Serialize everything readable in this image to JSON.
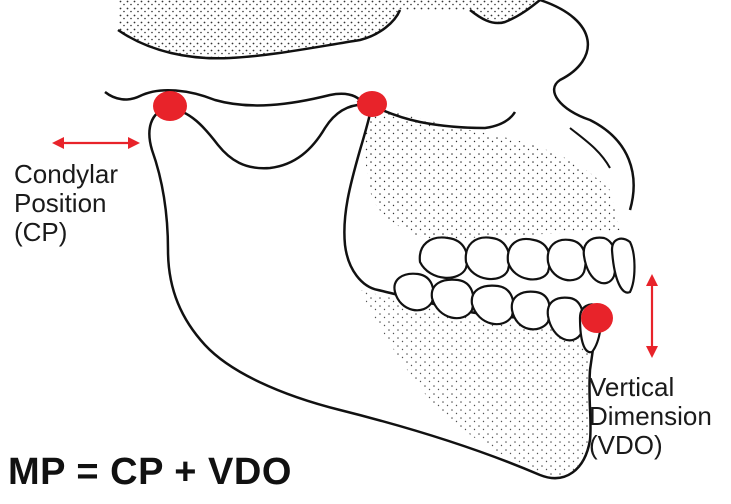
{
  "labels": {
    "condylar_line1": "Condylar",
    "condylar_line2": "Position",
    "condylar_line3": "(CP)",
    "vertical_line1": "Vertical",
    "vertical_line2": "Dimension",
    "vertical_line3": "(VDO)"
  },
  "formula": "MP = CP + VDO",
  "colors": {
    "accent_red": "#e8232a",
    "outline": "#111111",
    "stipple": "#333333"
  }
}
